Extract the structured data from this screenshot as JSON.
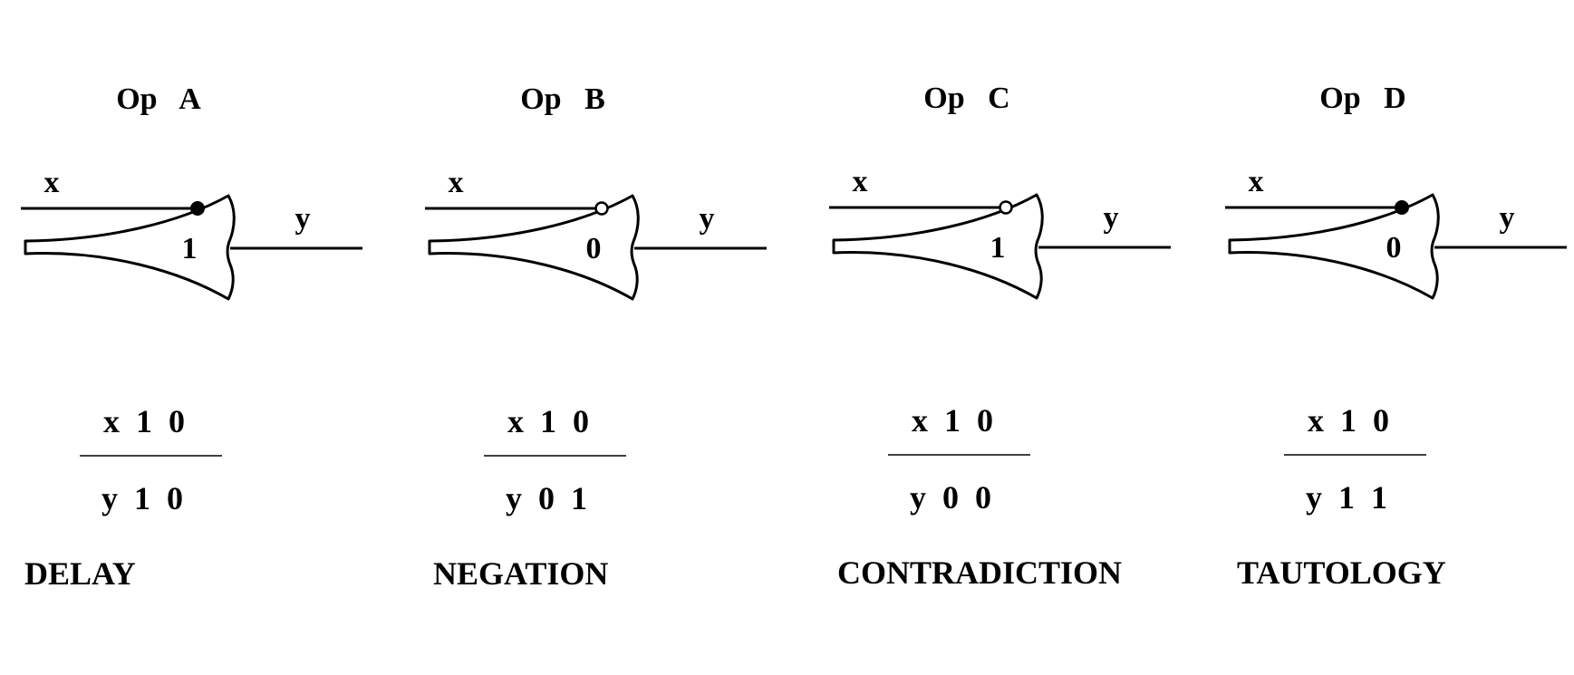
{
  "operators": [
    {
      "title": "Op   A",
      "input_label": "x",
      "output_label": "y",
      "threshold": "1",
      "synapse": "filled",
      "table_input": "x  1  0",
      "table_output": "y  1  0",
      "name": "DELAY"
    },
    {
      "title": "Op   B",
      "input_label": "x",
      "output_label": "y",
      "threshold": "0",
      "synapse": "open",
      "table_input": "x  1  0",
      "table_output": "y  0  1",
      "name": "NEGATION"
    },
    {
      "title": "Op   C",
      "input_label": "x",
      "output_label": "y",
      "threshold": "1",
      "synapse": "open",
      "table_input": "x  1  0",
      "table_output": "y  0  0",
      "name": "CONTRADICTION"
    },
    {
      "title": "Op   D",
      "input_label": "x",
      "output_label": "y",
      "threshold": "0",
      "synapse": "filled",
      "table_input": "x  1  0",
      "table_output": "y  1  1",
      "name": "TAUTOLOGY"
    }
  ]
}
